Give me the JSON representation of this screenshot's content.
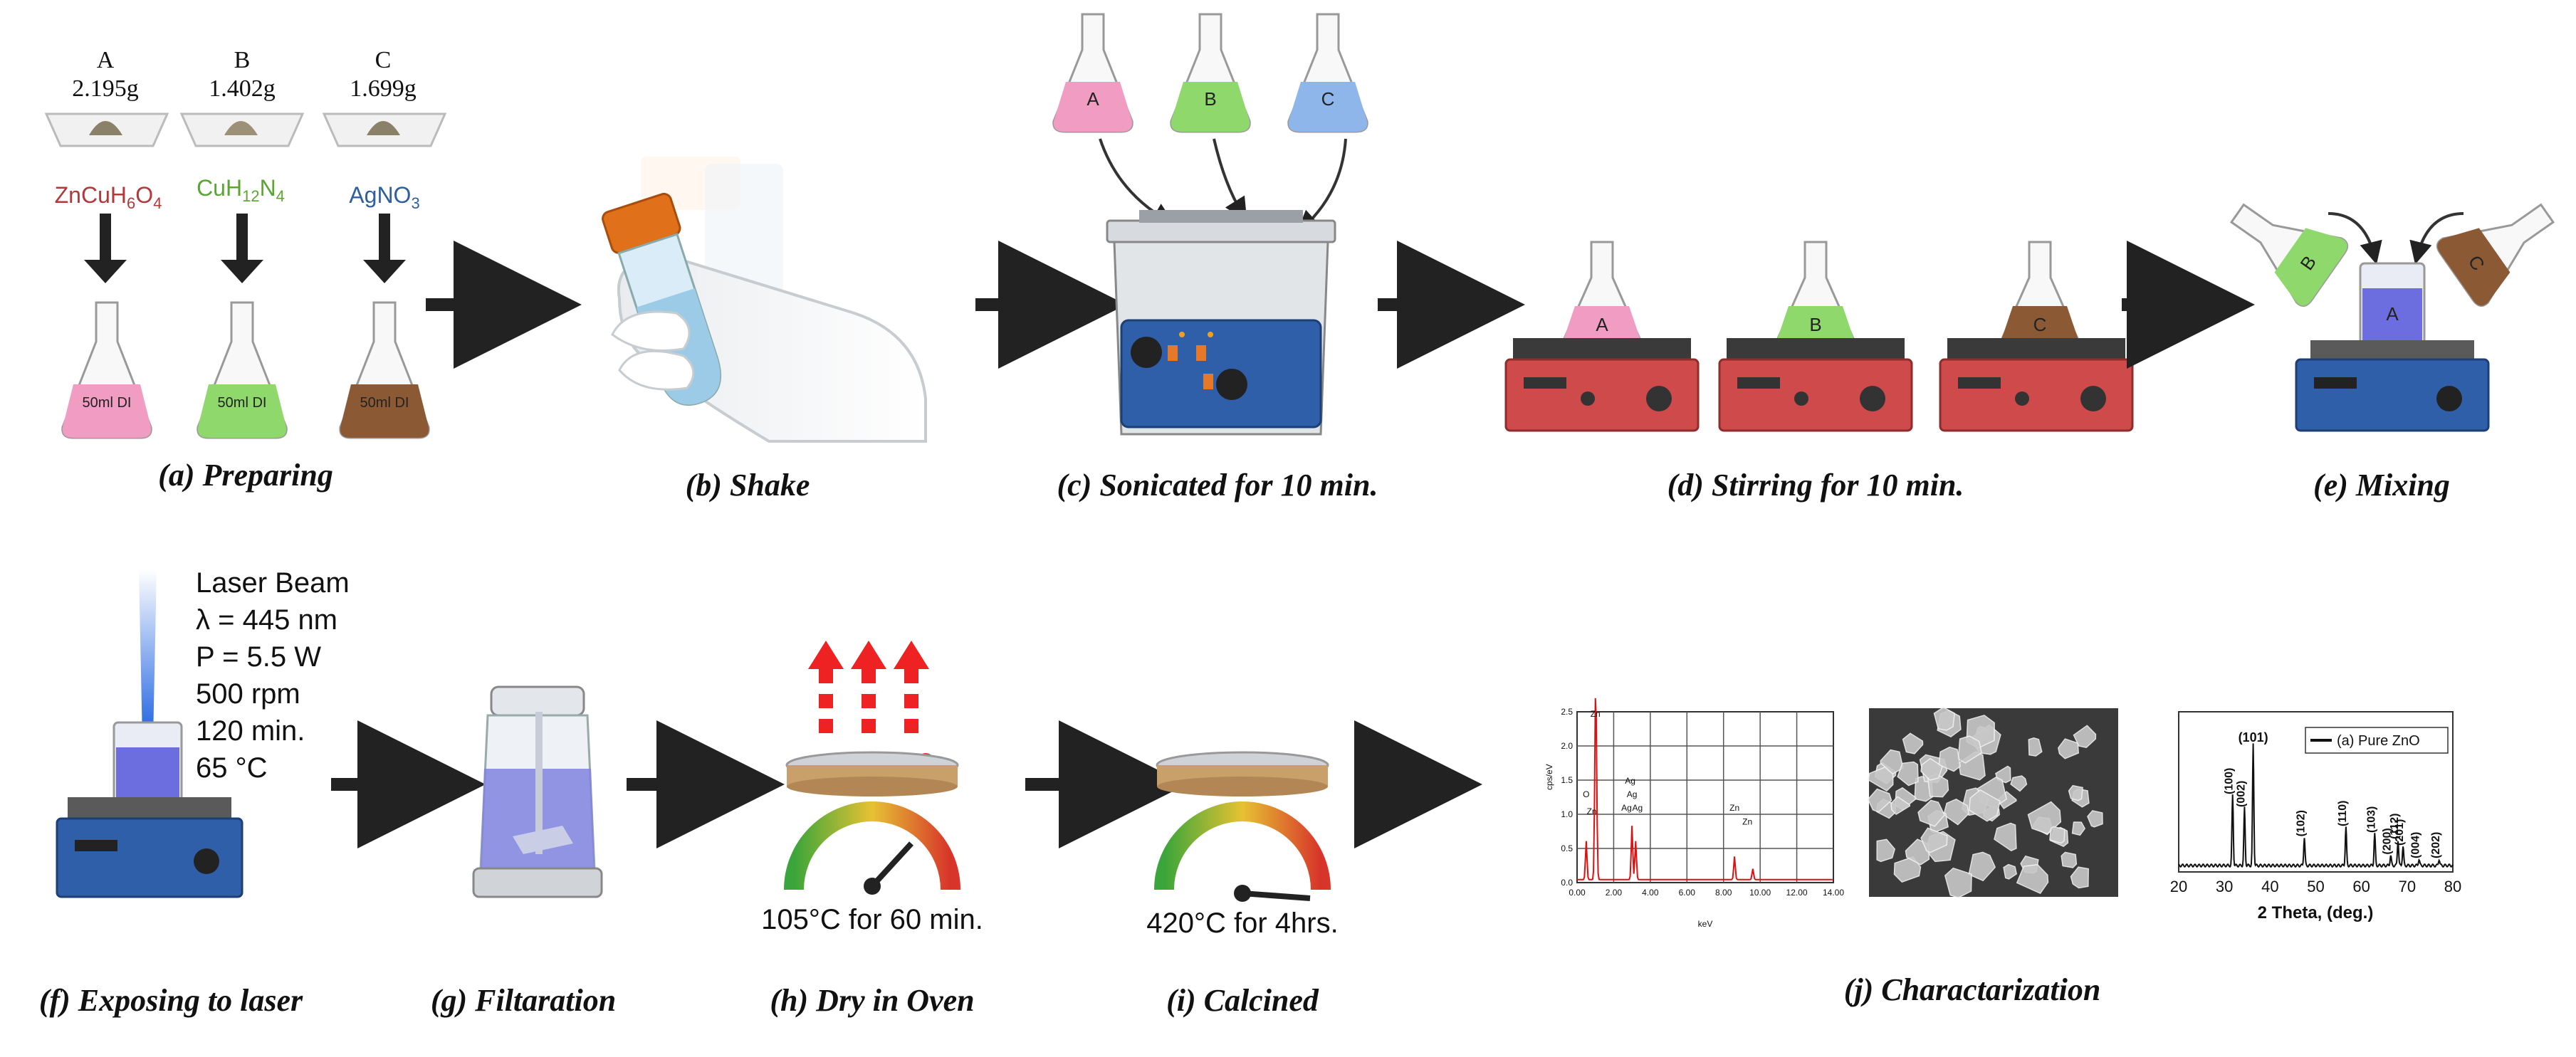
{
  "reagents": [
    {
      "letter": "A",
      "mass": "2.195g",
      "formula": "ZnCuH",
      "sub1": "6",
      "mid": "O",
      "sub2": "4",
      "color": "#b03a3a",
      "liquid": "#f19cc2"
    },
    {
      "letter": "B",
      "mass": "1.402g",
      "formula": "CuH",
      "sub1": "12",
      "mid": "N",
      "sub2": "4",
      "color": "#5aa632",
      "liquid": "#8fd86b"
    },
    {
      "letter": "C",
      "mass": "1.699g",
      "formula": "AgNO",
      "sub1": "3",
      "mid": "",
      "sub2": "",
      "color": "#2f5f9c",
      "liquid": "#8b5a35"
    }
  ],
  "flask_text": "50ml DI",
  "captions": {
    "a": "(a) Preparing",
    "b": "(b) Shake",
    "c": "(c) Sonicated for 10 min.",
    "d": "(d) Stirring for 10 min.",
    "e": "(e) Mixing",
    "f": "(f) Exposing to laser",
    "g": "(g) Filtaration",
    "h": "(h) Dry in Oven",
    "i": "(i) Calcined",
    "j": "(j) Charactarization"
  },
  "laser": [
    "Laser Beam",
    "λ = 445 nm",
    "P = 5.5 W",
    "500 rpm",
    "120 min.",
    "65 °C"
  ],
  "oven_text": "105°C for 60 min.",
  "calcine_text": "420°C for 4hrs.",
  "edx": {
    "ylabel": "cps/eV",
    "xlabel": "keV",
    "xticks": [
      "0.00",
      "2.00",
      "4.00",
      "6.00",
      "8.00",
      "10.00",
      "12.00",
      "14.00"
    ],
    "yticks": [
      "2.5",
      "2.0",
      "1.5",
      "1.0",
      "0.5",
      "0.0"
    ],
    "peaks": [
      "Zn",
      "O",
      "Zn",
      "Ag",
      "Ag",
      "Ag",
      "Ag",
      "Zn",
      "Zn"
    ]
  },
  "xrd": {
    "legend": "(a) Pure ZnO",
    "xlabel": "2 Theta, (deg.)",
    "xticks": [
      "20",
      "30",
      "40",
      "50",
      "60",
      "70",
      "80"
    ],
    "peaks": [
      "(100)",
      "(002)",
      "(101)",
      "(102)",
      "(110)",
      "(103)",
      "(200)",
      "(112)",
      "(201)",
      "(004)",
      "(202)"
    ]
  }
}
